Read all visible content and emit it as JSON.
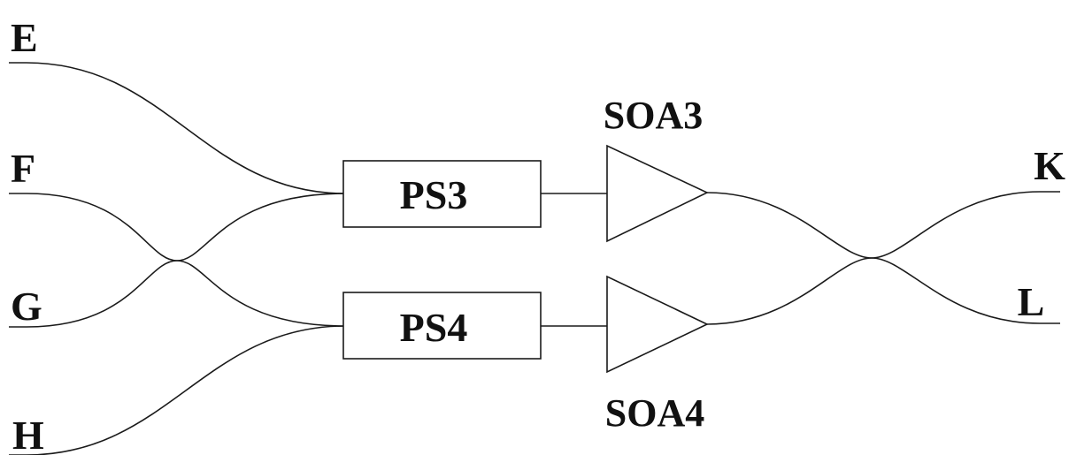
{
  "ports": {
    "inputs": [
      "E",
      "F",
      "G",
      "H"
    ],
    "outputs": [
      "K",
      "L"
    ]
  },
  "blocks": {
    "ps_top": "PS3",
    "ps_bottom": "PS4"
  },
  "amplifiers": {
    "soa_top": "SOA3",
    "soa_bottom": "SOA4"
  },
  "colors": {
    "line": "#1a1a1a",
    "text": "#111111",
    "background": "#ffffff"
  }
}
